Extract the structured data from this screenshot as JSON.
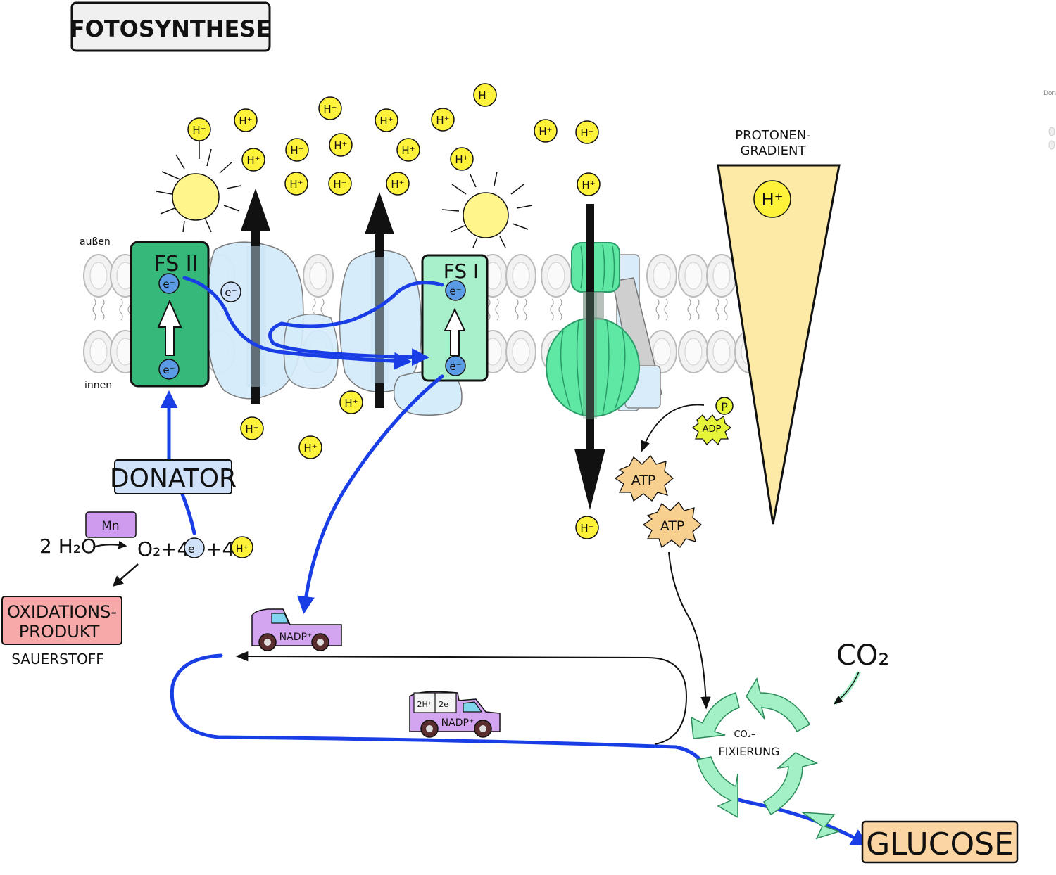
{
  "title": "FOTOSYNTHESE",
  "side_label_outside": "außen",
  "side_label_inside": "innen",
  "fs2_label": "FS II",
  "fs1_label": "FS I",
  "electron_symbol": "e⁻",
  "proton_symbol": "H⁺",
  "gradient_label_line1": "PROTONEN-",
  "gradient_label_line2": "GRADIENT",
  "donator_label": "DONATOR",
  "mn_label": "Mn",
  "equation_left": "2 H₂O",
  "equation_o2": "O₂",
  "equation_plus4": "+4",
  "equation_plus4_b": "+4",
  "oxidation_line1": "OXIDATIONS-",
  "oxidation_line2": "PRODUKT",
  "sauerstoff_label": "SAUERSTOFF",
  "adp_label": "ADP",
  "p_label": "P",
  "atp_label_1": "ATP",
  "atp_label_2": "ATP",
  "nadp_label": "NADP⁺",
  "nadp_loaded_label": "NADP⁺",
  "cargo_h_label": "2H⁺",
  "cargo_e_label": "2e⁻",
  "co2_label": "CO₂",
  "fixation_line1": "CO₂–",
  "fixation_line2": "FIXIERUNG",
  "glucose_label": "GLUCOSE",
  "edge_text": "Don/",
  "colors": {
    "fs2_fill": "#35b879",
    "fs1_fill": "#a8f0cc",
    "complex_fill": "#d5ecfb",
    "proton_fill": "#fff23a",
    "sun_fill": "#fff58a",
    "electron_fill": "#5b9be6",
    "flow_blue": "#1a3ee6",
    "atp_fill": "#f7cf8f",
    "adp_fill": "#e6f53a",
    "donator_fill": "#cfe2fa",
    "oxidation_fill": "#f7a8a8",
    "mn_fill": "#cf9bef",
    "truck_fill": "#d3a4f0",
    "gradient_fill": "#fdeaa6",
    "cycle_fill": "#a3f0c6",
    "glucose_fill": "#fbd6a2",
    "synthase_fill": "#5ee8a4"
  }
}
